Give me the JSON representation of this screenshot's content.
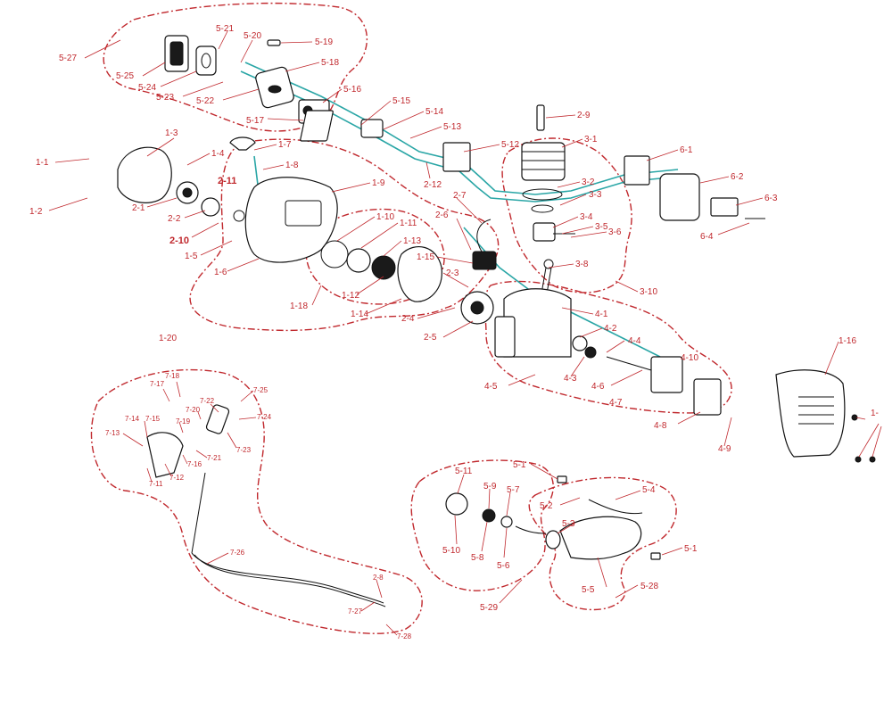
{
  "colors": {
    "label": "#c0282d",
    "flow_line": "#2aa6a6",
    "part_outline": "#111111"
  },
  "labels": {
    "l_5_27": "5-27",
    "l_5_21": "5-21",
    "l_5_20": "5-20",
    "l_5_19": "5-19",
    "l_5_18": "5-18",
    "l_5_25": "5-25",
    "l_5_24": "5-24",
    "l_5_23": "5-23",
    "l_5_22": "5-22",
    "l_5_16": "5-16",
    "l_5_17": "5-17",
    "l_5_15": "5-15",
    "l_5_14": "5-14",
    "l_5_13": "5-13",
    "l_5_12": "5-12",
    "l_2_9": "2-9",
    "l_3_1": "3-1",
    "l_6_1": "6-1",
    "l_6_2": "6-2",
    "l_6_3": "6-3",
    "l_6_4": "6-4",
    "l_1_3": "1-3",
    "l_1_4": "1-4",
    "l_1_7": "1-7",
    "l_1_8": "1-8",
    "l_1_1": "1-1",
    "l_1_2": "1-2",
    "l_2_11": "2-11",
    "l_1_9": "1-9",
    "l_2_12": "2-12",
    "l_2_7": "2-7",
    "l_3_2": "3-2",
    "l_3_3": "3-3",
    "l_2_1": "2-1",
    "l_2_2": "2-2",
    "l_2_10": "2-10",
    "l_1_5": "1-5",
    "l_1_6": "1-6",
    "l_1_10": "1-10",
    "l_1_11": "1-11",
    "l_1_13": "1-13",
    "l_2_6": "2-6",
    "l_3_4": "3-4",
    "l_3_5": "3-5",
    "l_3_6": "3-6",
    "l_1_15": "1-15",
    "l_3_8": "3-8",
    "l_2_3": "2-3",
    "l_1_12": "1-12",
    "l_1_18": "1-18",
    "l_3_10": "3-10",
    "l_1_14": "1-14",
    "l_2_4": "2-4",
    "l_4_1": "4-1",
    "l_4_2": "4-2",
    "l_1_20": "1-20",
    "l_2_5": "2-5",
    "l_4_4": "4-4",
    "l_4_10": "4-10",
    "l_1_16": "1-16",
    "l_4_5": "4-5",
    "l_4_3": "4-3",
    "l_4_6": "4-6",
    "l_4_7": "4-7",
    "l_4_8": "4-8",
    "l_4_9": "4-9",
    "l_1_17": "1-",
    "l_7_18": "7-18",
    "l_7_17": "7-17",
    "l_7_25": "7-25",
    "l_7_22": "7-22",
    "l_7_20": "7-20",
    "l_7_14": "7-14",
    "l_7_15": "7-15",
    "l_7_19": "7-19",
    "l_7_24": "7-24",
    "l_7_13": "7-13",
    "l_7_23": "7-23",
    "l_7_21": "7-21",
    "l_7_16": "7-16",
    "l_7_11": "7-11",
    "l_7_12": "7-12",
    "l_7_26": "7-26",
    "l_2_8": "2-8",
    "l_7_27": "7-27",
    "l_7_28": "7-28",
    "l_5_11": "5-11",
    "l_5_1a": "5-1",
    "l_5_9": "5-9",
    "l_5_7": "5-7",
    "l_5_4": "5-4",
    "l_5_2": "5-2",
    "l_5_3": "5-3",
    "l_5_10": "5-10",
    "l_5_8": "5-8",
    "l_5_6": "5-6",
    "l_5_1b": "5-1",
    "l_5_5": "5-5",
    "l_5_28": "5-28",
    "l_5_29": "5-29"
  }
}
